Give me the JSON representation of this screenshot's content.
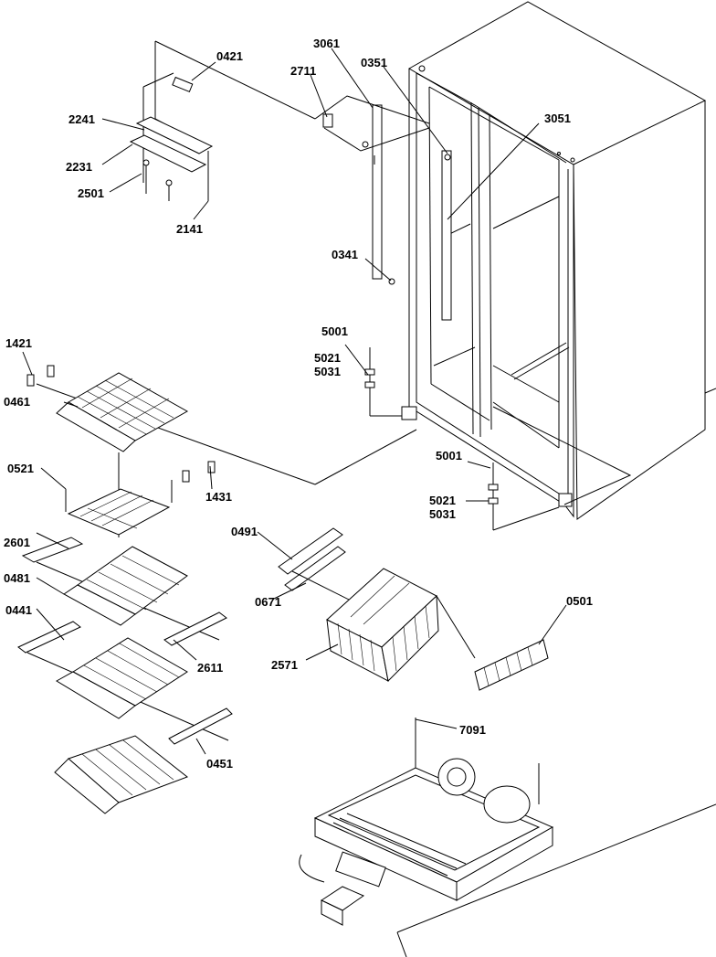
{
  "diagram": {
    "labels": {
      "p0421": "0421",
      "p3061": "3061",
      "p0351": "0351",
      "p2711": "2711",
      "p3051": "3051",
      "p2241": "2241",
      "p2231": "2231",
      "p2501": "2501",
      "p2141": "2141",
      "p0341": "0341",
      "p5001a": "5001",
      "p5021a": "5021",
      "p5031a": "5031",
      "p1421": "1421",
      "p0461": "0461",
      "p0521": "0521",
      "p1431": "1431",
      "p5001b": "5001",
      "p5021b": "5021",
      "p5031b": "5031",
      "p2601": "2601",
      "p0491": "0491",
      "p0481": "0481",
      "p0671": "0671",
      "p0501": "0501",
      "p0441": "0441",
      "p2571": "2571",
      "p2611": "2611",
      "p7091": "7091",
      "p0451": "0451"
    }
  }
}
